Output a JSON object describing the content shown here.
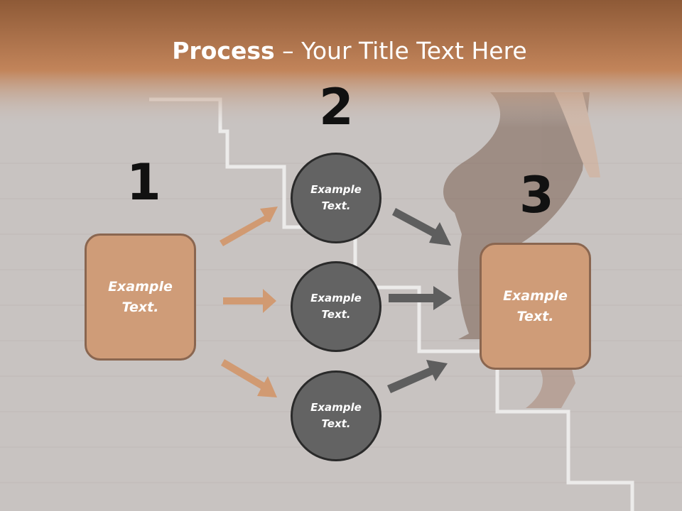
{
  "title": {
    "bold": "Process",
    "rest": " – Your Title Text Here"
  },
  "steps": [
    {
      "number": "1",
      "text": "Example\nText."
    },
    {
      "number": "2",
      "items": [
        {
          "text": "Example\nText."
        },
        {
          "text": "Example\nText."
        },
        {
          "text": "Example\nText."
        }
      ]
    },
    {
      "number": "3",
      "text": "Example\nText."
    }
  ],
  "colors": {
    "accent": "#cf9c78",
    "header": "#b97b52",
    "circle": "#636363",
    "arrow_light": "#d19a72",
    "arrow_dark": "#5e5e5e"
  }
}
